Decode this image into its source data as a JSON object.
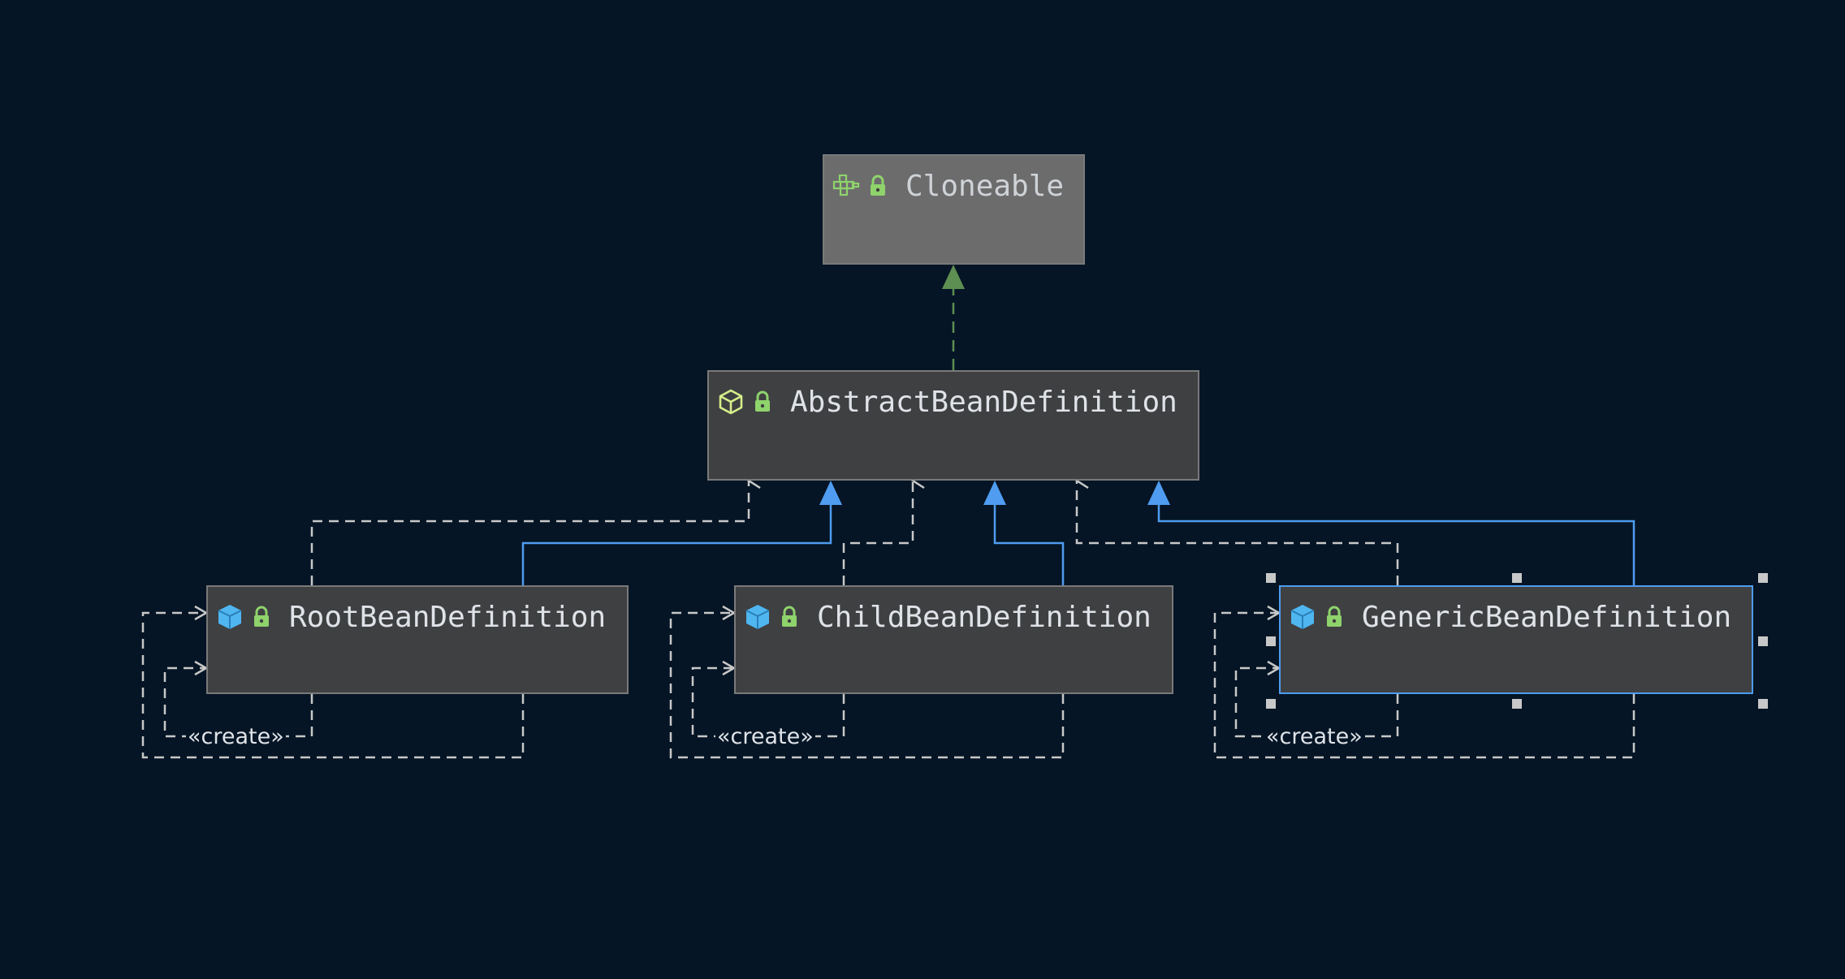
{
  "colors": {
    "background": "#051525",
    "class_fill": "#3f4042",
    "interface_fill": "#6c6c6c",
    "border": "#7a7a7a",
    "selection": "#4f9cf0",
    "inheritance": "#4f9cf0",
    "realization": "#5e8f52",
    "dependency": "#c8c8c8",
    "lock": "#8fd36c",
    "class_icon": "#4fb6f0"
  },
  "nodes": {
    "cloneable": {
      "name": "Cloneable",
      "kind": "interface",
      "icon": "interface-icon"
    },
    "abstract": {
      "name": "AbstractBeanDefinition",
      "kind": "abstract-class",
      "icon": "abstract-class-icon"
    },
    "root": {
      "name": "RootBeanDefinition",
      "kind": "class",
      "icon": "class-icon"
    },
    "child": {
      "name": "ChildBeanDefinition",
      "kind": "class",
      "icon": "class-icon"
    },
    "generic": {
      "name": "GenericBeanDefinition",
      "kind": "class",
      "icon": "class-icon",
      "selected": true
    }
  },
  "stereotypes": {
    "root": "«create»",
    "child": "«create»",
    "generic": "«create»"
  },
  "relations": [
    {
      "from": "abstract",
      "to": "cloneable",
      "type": "realization"
    },
    {
      "from": "root",
      "to": "abstract",
      "type": "inheritance"
    },
    {
      "from": "child",
      "to": "abstract",
      "type": "inheritance"
    },
    {
      "from": "generic",
      "to": "abstract",
      "type": "inheritance"
    },
    {
      "from": "root",
      "to": "abstract",
      "type": "dependency"
    },
    {
      "from": "child",
      "to": "abstract",
      "type": "dependency"
    },
    {
      "from": "generic",
      "to": "abstract",
      "type": "dependency"
    },
    {
      "from": "root",
      "to": "root",
      "type": "dependency",
      "label": "«create»"
    },
    {
      "from": "root",
      "to": "root",
      "type": "dependency"
    },
    {
      "from": "child",
      "to": "child",
      "type": "dependency",
      "label": "«create»"
    },
    {
      "from": "child",
      "to": "child",
      "type": "dependency"
    },
    {
      "from": "generic",
      "to": "generic",
      "type": "dependency",
      "label": "«create»"
    },
    {
      "from": "generic",
      "to": "generic",
      "type": "dependency"
    }
  ]
}
